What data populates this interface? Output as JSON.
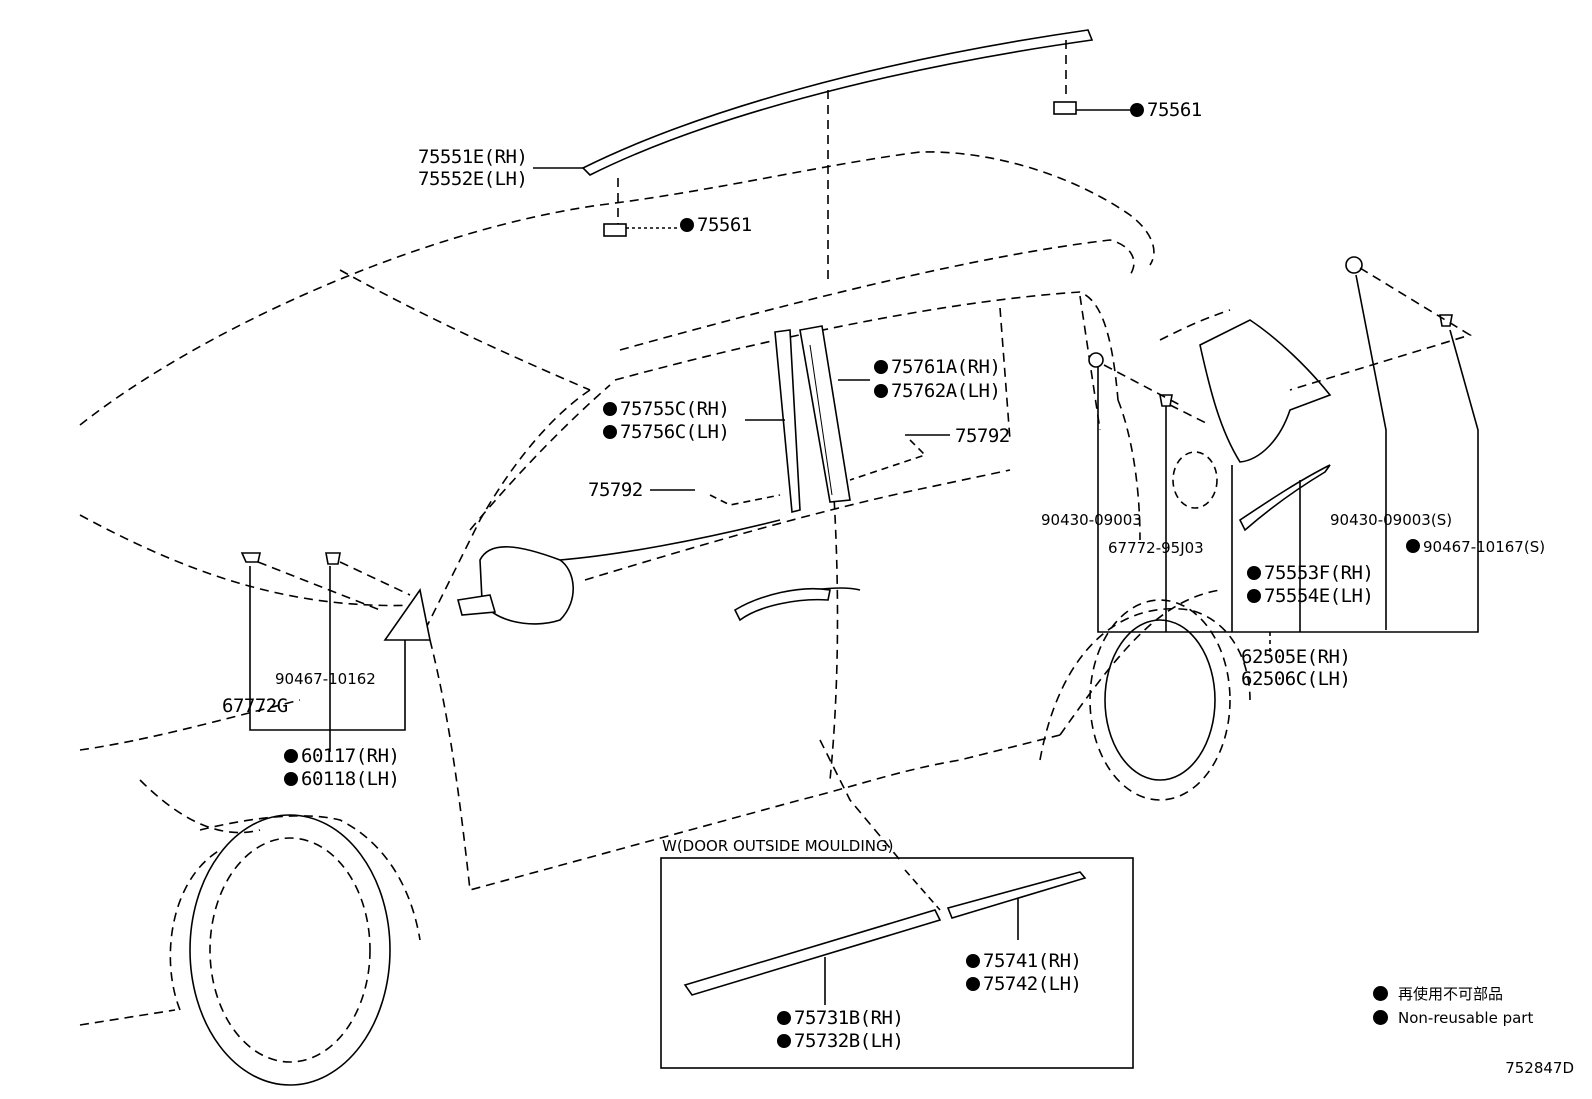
{
  "inset": {
    "title": "W(DOOR OUTSIDE MOULDING)"
  },
  "parts": {
    "p75551E": "75551E(RH)",
    "p75552E": "75552E(LH)",
    "p75561_top": "75561",
    "p75561_left": "75561",
    "p75761A": "75761A(RH)",
    "p75762A": "75762A(LH)",
    "p75755C": "75755C(RH)",
    "p75756C": "75756C(LH)",
    "p75792_right": "75792",
    "p75792_left": "75792",
    "p90430_09003": "90430-09003",
    "p67772_95J03": "67772-95J03",
    "p90430_09003s": "90430-09003(S)",
    "p90467_10167s": "90467-10167(S)",
    "p75553F": "75553F(RH)",
    "p75554E": "75554E(LH)",
    "p62505E": "62505E(RH)",
    "p62506C": "62506C(LH)",
    "p90467_10162": "90467-10162",
    "p67772G": "67772G",
    "p60117": "60117(RH)",
    "p60118": "60118(LH)",
    "p75741": "75741(RH)",
    "p75742": "75742(LH)",
    "p75731B": "75731B(RH)",
    "p75732B": "75732B(LH)"
  },
  "legend": {
    "jp": "再使用不可部品",
    "en": "Non-reusable part"
  },
  "diagram_code": "752847D"
}
